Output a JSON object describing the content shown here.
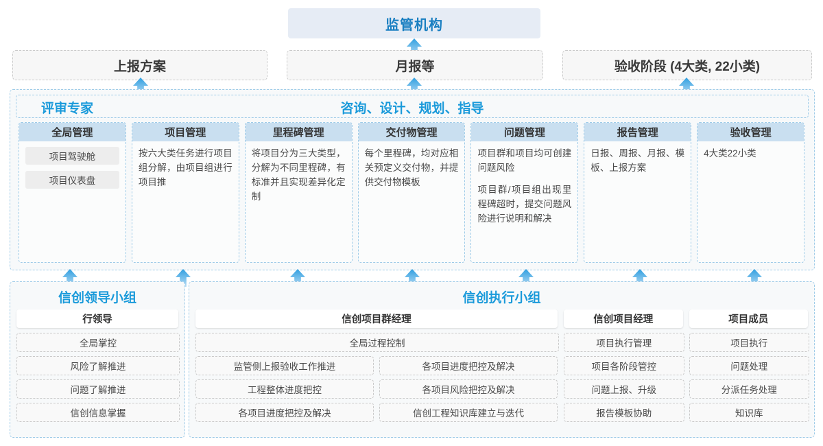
{
  "top": {
    "regulator_label": "监管机构",
    "reports": [
      {
        "label": "上报方案"
      },
      {
        "label": "月报等"
      },
      {
        "label": "验收阶段 (4大类, 22小类)"
      }
    ]
  },
  "mid": {
    "header_left": "评审专家",
    "header_center": "咨询、设计、规划、指导",
    "columns": [
      {
        "title": "全局管理",
        "pills": [
          "项目驾驶舱",
          "项目仪表盘"
        ],
        "paragraphs": []
      },
      {
        "title": "项目管理",
        "pills": [],
        "paragraphs": [
          "按六大类任务进行项目组分解，由项目组进行项目推"
        ]
      },
      {
        "title": "里程碑管理",
        "pills": [],
        "paragraphs": [
          "将项目分为三大类型，分解为不同里程碑，有标准并且实现差异化定制"
        ]
      },
      {
        "title": "交付物管理",
        "pills": [],
        "paragraphs": [
          "每个里程碑，均对应相关预定义交付物，并提供交付物模板"
        ]
      },
      {
        "title": "问题管理",
        "pills": [],
        "paragraphs": [
          "项目群和项目均可创建问题风险",
          "项目群/项目组出现里程碑超时，提交问题风险进行说明和解决"
        ]
      },
      {
        "title": "报告管理",
        "pills": [],
        "paragraphs": [
          "日报、周报、月报、模板、上报方案"
        ]
      },
      {
        "title": "验收管理",
        "pills": [],
        "paragraphs": [
          "4大类22小类"
        ]
      }
    ]
  },
  "bottom": {
    "leader_group": {
      "title": "信创领导小组",
      "role": "行领导",
      "tasks": [
        "全局掌控",
        "风险了解推进",
        "问题了解推进",
        "信创信息掌握"
      ]
    },
    "exec_group": {
      "title": "信创执行小组",
      "program_manager": {
        "role": "信创项目群经理",
        "full_task": "全局过程控制",
        "left_tasks": [
          "监管侧上报验收工作推进",
          "工程整体进度把控",
          "各项目进度把控及解决"
        ],
        "right_tasks": [
          "各项目进度把控及解决",
          "各项目风险把控及解决",
          "信创工程知识库建立与迭代"
        ]
      },
      "project_manager": {
        "role": "信创项目经理",
        "tasks": [
          "项目执行管理",
          "项目各阶段管控",
          "问题上报、升级",
          "报告模板协助"
        ]
      },
      "member": {
        "role": "项目成员",
        "tasks": [
          "项目执行",
          "问题处理",
          "分派任务处理",
          "知识库"
        ]
      }
    }
  },
  "colors": {
    "accent_blue": "#1a9ada",
    "regulator_bg": "#e6ecf5",
    "col_head_bg": "#c9dff0",
    "dashed_blue": "#9ecbe8",
    "dashed_gray": "#c9c9c9"
  }
}
